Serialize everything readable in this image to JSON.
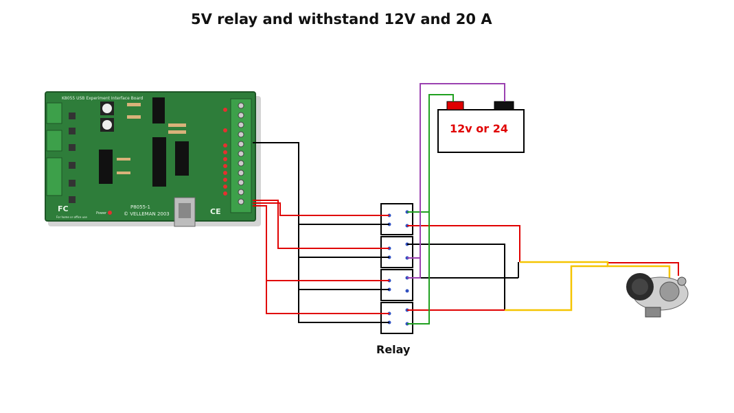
{
  "title": "5V relay and withstand 12V and 20 A",
  "battery": {
    "label": "12v or 24"
  },
  "relay": {
    "label": "Relay",
    "count": 4
  },
  "board": {
    "header": "K8055 USB Experiment Interface Board",
    "model": "P8055-1",
    "maker": "© VELLEMAN 2003",
    "fc_mark": "FC",
    "ce_mark": "CE",
    "power_label": "Power",
    "footer_note": "For home or office use"
  },
  "colors": {
    "wire_black": "#000000",
    "wire_red": "#e00000",
    "wire_green": "#1fa01f",
    "wire_purple": "#9a40b0",
    "wire_yellow": "#f5c400",
    "pcb_green": "#2e7d3a",
    "terminal_green": "#3da04a"
  },
  "icons": [
    "battery-icon",
    "wiper-motor-icon",
    "usb-connector-icon"
  ]
}
